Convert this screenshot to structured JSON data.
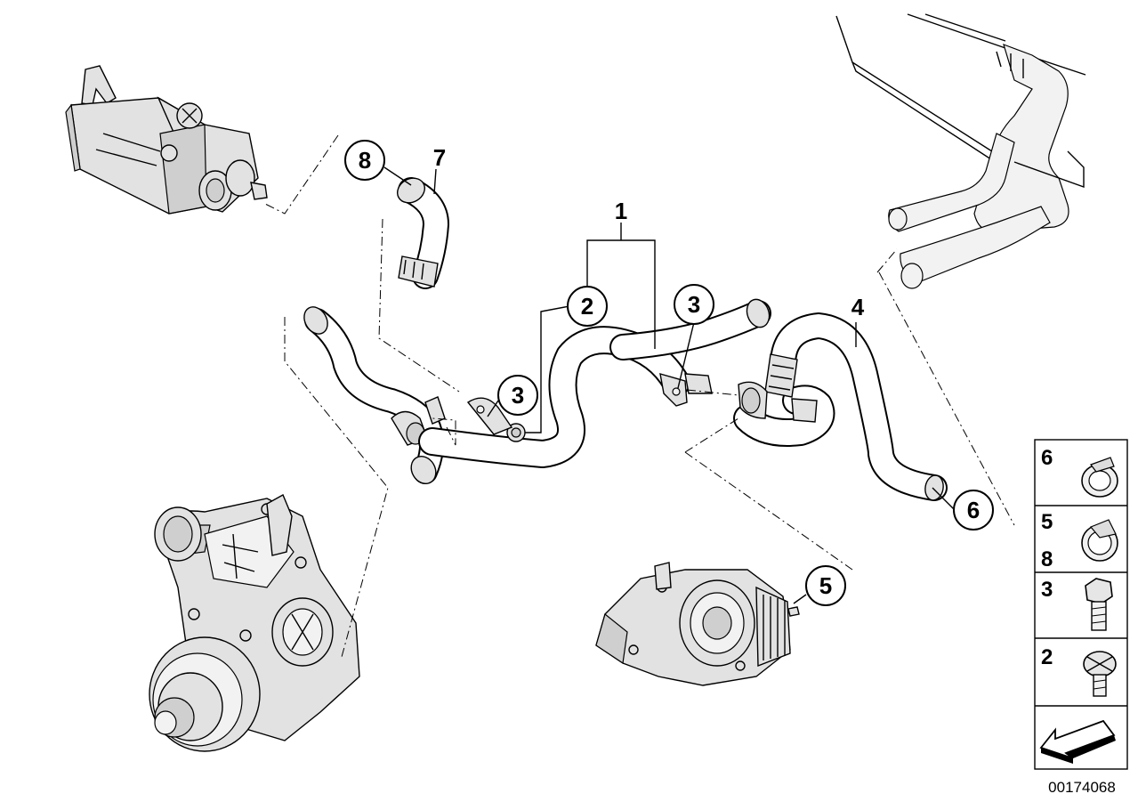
{
  "callouts": [
    {
      "id": "callout-1",
      "label": "1"
    },
    {
      "id": "callout-2",
      "label": "2"
    },
    {
      "id": "callout-3a",
      "label": "3"
    },
    {
      "id": "callout-3b",
      "label": "3"
    },
    {
      "id": "callout-4",
      "label": "4"
    },
    {
      "id": "callout-5",
      "label": "5"
    },
    {
      "id": "callout-6",
      "label": "6"
    },
    {
      "id": "callout-7",
      "label": "7"
    },
    {
      "id": "callout-8",
      "label": "8"
    }
  ],
  "legend": {
    "rows": [
      {
        "labels": [
          "6"
        ],
        "icon": "hose-clamp-icon"
      },
      {
        "labels": [
          "5",
          "8"
        ],
        "icon": "hose-clip-icon"
      },
      {
        "labels": [
          "3"
        ],
        "icon": "hex-bolt-icon"
      },
      {
        "labels": [
          "2"
        ],
        "icon": "bleed-screw-icon"
      },
      {
        "labels": [],
        "icon": "direction-arrow-icon"
      }
    ]
  },
  "diagram_id": "00174068"
}
